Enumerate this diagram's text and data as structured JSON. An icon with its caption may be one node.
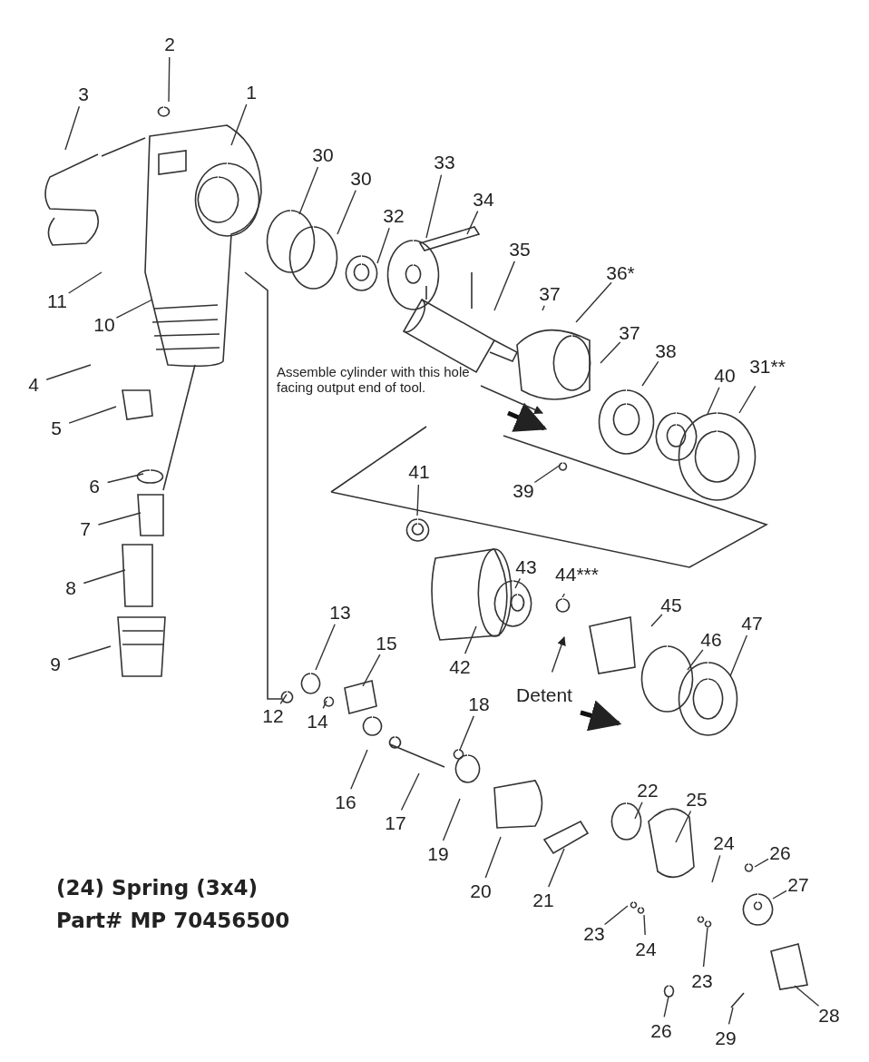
{
  "diagram": {
    "nodes": [
      {
        "text": [
          "2"
        ]
      },
      {
        "text": [
          "3"
        ]
      },
      {
        "text": [
          "1"
        ]
      },
      {
        "text": [
          "30"
        ]
      },
      {
        "text": [
          "30"
        ]
      },
      {
        "text": [
          "33"
        ]
      },
      {
        "text": [
          "32"
        ]
      },
      {
        "text": [
          "34"
        ]
      },
      {
        "text": [
          "35"
        ]
      },
      {
        "text": [
          "36*"
        ]
      },
      {
        "text": [
          "37"
        ]
      },
      {
        "text": [
          "11"
        ]
      },
      {
        "text": [
          "10"
        ]
      },
      {
        "text": [
          "37"
        ]
      },
      {
        "text": [
          "38"
        ]
      },
      {
        "text": [
          "40"
        ]
      },
      {
        "text": [
          "31**"
        ]
      },
      {
        "text": [
          "4"
        ]
      },
      {
        "text": [
          "5"
        ]
      },
      {
        "text": [
          "6"
        ]
      },
      {
        "text": [
          "7"
        ]
      },
      {
        "text": [
          "8"
        ]
      },
      {
        "text": [
          "41"
        ]
      },
      {
        "text": [
          "39"
        ]
      },
      {
        "text": [
          "43"
        ]
      },
      {
        "text": [
          "44***"
        ]
      },
      {
        "text": [
          "45"
        ]
      },
      {
        "text": [
          "46"
        ]
      },
      {
        "text": [
          "47"
        ]
      },
      {
        "text": [
          "13"
        ]
      },
      {
        "text": [
          "15"
        ]
      },
      {
        "text": [
          "9"
        ]
      },
      {
        "text": [
          "42"
        ]
      },
      {
        "text": [
          "12"
        ]
      },
      {
        "text": [
          "14"
        ]
      },
      {
        "text": [
          "18"
        ]
      },
      {
        "text": [
          "16"
        ]
      },
      {
        "text": [
          "17"
        ]
      },
      {
        "text": [
          "19"
        ]
      },
      {
        "text": [
          "22"
        ]
      },
      {
        "text": [
          "25"
        ]
      },
      {
        "text": [
          "20"
        ]
      },
      {
        "text": [
          "21"
        ]
      },
      {
        "text": [
          "24"
        ]
      },
      {
        "text": [
          "26"
        ]
      },
      {
        "text": [
          "27"
        ]
      },
      {
        "text": [
          "23"
        ]
      },
      {
        "text": [
          "24"
        ]
      },
      {
        "text": [
          "26"
        ]
      },
      {
        "text": [
          "23"
        ]
      },
      {
        "text": [
          "28"
        ]
      },
      {
        "text": [
          "29"
        ]
      },
      {
        "text": [
          "Assemble cylinder with this hole facing output end of tool."
        ]
      },
      {
        "text": [
          "Detent"
        ]
      }
    ],
    "edges": [
      {
        "from": 0,
        "to": null,
        "arrow": "none"
      },
      {
        "from": 1,
        "to": null,
        "arrow": "none"
      },
      {
        "from": 2,
        "to": null,
        "arrow": "none"
      },
      {
        "from": 3,
        "to": null,
        "arrow": "none"
      },
      {
        "from": 4,
        "to": null,
        "arrow": "none"
      },
      {
        "from": 5,
        "to": null,
        "arrow": "none"
      },
      {
        "from": 6,
        "to": null,
        "arrow": "none"
      },
      {
        "from": 7,
        "to": null,
        "arrow": "none"
      },
      {
        "from": 8,
        "to": null,
        "arrow": "none"
      },
      {
        "from": 9,
        "to": null,
        "arrow": "none"
      },
      {
        "from": 10,
        "to": null,
        "arrow": "none"
      },
      {
        "from": 11,
        "to": null,
        "arrow": "none"
      },
      {
        "from": 12,
        "to": null,
        "arrow": "none"
      },
      {
        "from": 13,
        "to": null,
        "arrow": "none"
      },
      {
        "from": 14,
        "to": null,
        "arrow": "none"
      },
      {
        "from": 15,
        "to": null,
        "arrow": "none"
      },
      {
        "from": 16,
        "to": null,
        "arrow": "none"
      },
      {
        "from": 17,
        "to": null,
        "arrow": "none"
      },
      {
        "from": 18,
        "to": null,
        "arrow": "none"
      },
      {
        "from": 19,
        "to": null,
        "arrow": "none"
      },
      {
        "from": 20,
        "to": null,
        "arrow": "none"
      },
      {
        "from": 21,
        "to": null,
        "arrow": "none"
      },
      {
        "from": 22,
        "to": null,
        "arrow": "none"
      },
      {
        "from": 23,
        "to": null,
        "arrow": "none"
      },
      {
        "from": 24,
        "to": null,
        "arrow": "none"
      },
      {
        "from": 25,
        "to": null,
        "arrow": "none"
      },
      {
        "from": 26,
        "to": null,
        "arrow": "none"
      },
      {
        "from": 27,
        "to": null,
        "arrow": "none"
      },
      {
        "from": 28,
        "to": null,
        "arrow": "none"
      },
      {
        "from": 29,
        "to": null,
        "arrow": "none"
      },
      {
        "from": 30,
        "to": null,
        "arrow": "none"
      },
      {
        "from": 31,
        "to": null,
        "arrow": "none"
      },
      {
        "from": 32,
        "to": null,
        "arrow": "none"
      },
      {
        "from": 33,
        "to": null,
        "arrow": "none"
      },
      {
        "from": 34,
        "to": null,
        "arrow": "none"
      },
      {
        "from": 35,
        "to": null,
        "arrow": "none"
      },
      {
        "from": 36,
        "to": null,
        "arrow": "none"
      },
      {
        "from": 37,
        "to": null,
        "arrow": "none"
      },
      {
        "from": 38,
        "to": null,
        "arrow": "none"
      },
      {
        "from": 39,
        "to": null,
        "arrow": "none"
      },
      {
        "from": 40,
        "to": null,
        "arrow": "none"
      },
      {
        "from": 41,
        "to": null,
        "arrow": "none"
      },
      {
        "from": 42,
        "to": null,
        "arrow": "none"
      },
      {
        "from": 43,
        "to": null,
        "arrow": "none"
      },
      {
        "from": 44,
        "to": null,
        "arrow": "none"
      },
      {
        "from": 45,
        "to": null,
        "arrow": "none"
      },
      {
        "from": 46,
        "to": null,
        "arrow": "none"
      },
      {
        "from": 47,
        "to": null,
        "arrow": "none"
      },
      {
        "from": 48,
        "to": null,
        "arrow": "none"
      },
      {
        "from": 49,
        "to": null,
        "arrow": "none"
      },
      {
        "from": 50,
        "to": null,
        "arrow": "none"
      },
      {
        "from": 51,
        "to": null,
        "arrow": "none"
      },
      {
        "from": 52,
        "to": null,
        "arrow": "to"
      },
      {
        "from": 53,
        "to": null,
        "arrow": "to"
      }
    ],
    "labels": [
      "(24) Spring (3x4)",
      "Part# MP 70456500"
    ]
  }
}
